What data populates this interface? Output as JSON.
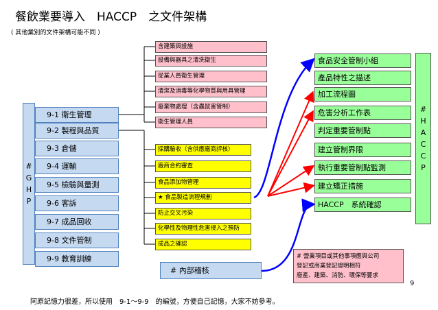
{
  "title": "餐飲業要導入　HACCP　之文件架構",
  "subtitle": "( 其他業別的文件架構可能不同 )",
  "ghp": {
    "label_chars": [
      "#",
      "G",
      "H",
      "P"
    ],
    "items": [
      "9-1 衛生管理",
      "9-2 製程與品質",
      "9-3 倉儲",
      "9-4 運輸",
      "9-5 檢驗與量測",
      "9-6 客訴",
      "9-7 成品回收",
      "9-8 文件管制",
      "9-9 教育訓練"
    ]
  },
  "pink_docs": [
    "含建築與設施",
    "設備與器具之清洗衛生",
    "從業人員衛生管理",
    "清潔及消毒等化學物質與用具管理",
    "廢棄物處理（含蟲鼠害管制）",
    "衛生管理人員"
  ],
  "yellow_docs": [
    "採購驗收（含供應廠商評核）",
    "廠商合約審查",
    "食品添加物管理",
    "★ 食品製造流程規劃",
    "防止交叉污染",
    "化學性及物理性危害侵入之預防",
    "成品之確認"
  ],
  "haccp": {
    "label_chars": [
      "#",
      "H",
      "A",
      "C",
      "C",
      "P"
    ],
    "items": [
      "食品安全管制小組",
      "產品特性之描述",
      "加工流程圖",
      "危害分析工作表",
      "判定重要管制點",
      "建立管制界限",
      "執行重要管制點監測",
      "建立矯正措施",
      "HACCP　系統確認"
    ]
  },
  "audit_label": "# 內部稽核",
  "note_lines": [
    "# 營業項目或其他事項應與公司",
    "登記或商業登記證明相符",
    "廢產、建築、消防、環保等要求"
  ],
  "page_number": "9",
  "footer": "阿原記憶力很差，所以使用　9-1～9-9　的編號，方便自己記憶，大家不妨參考。",
  "colors": {
    "ghp_fill": "#c5d9f1",
    "pink_fill": "#ffc0cb",
    "yellow_fill": "#ffff00",
    "haccp_fill": "#99ff99",
    "red_arrow": "#ff0000",
    "blue_arrow": "#0000ff"
  }
}
